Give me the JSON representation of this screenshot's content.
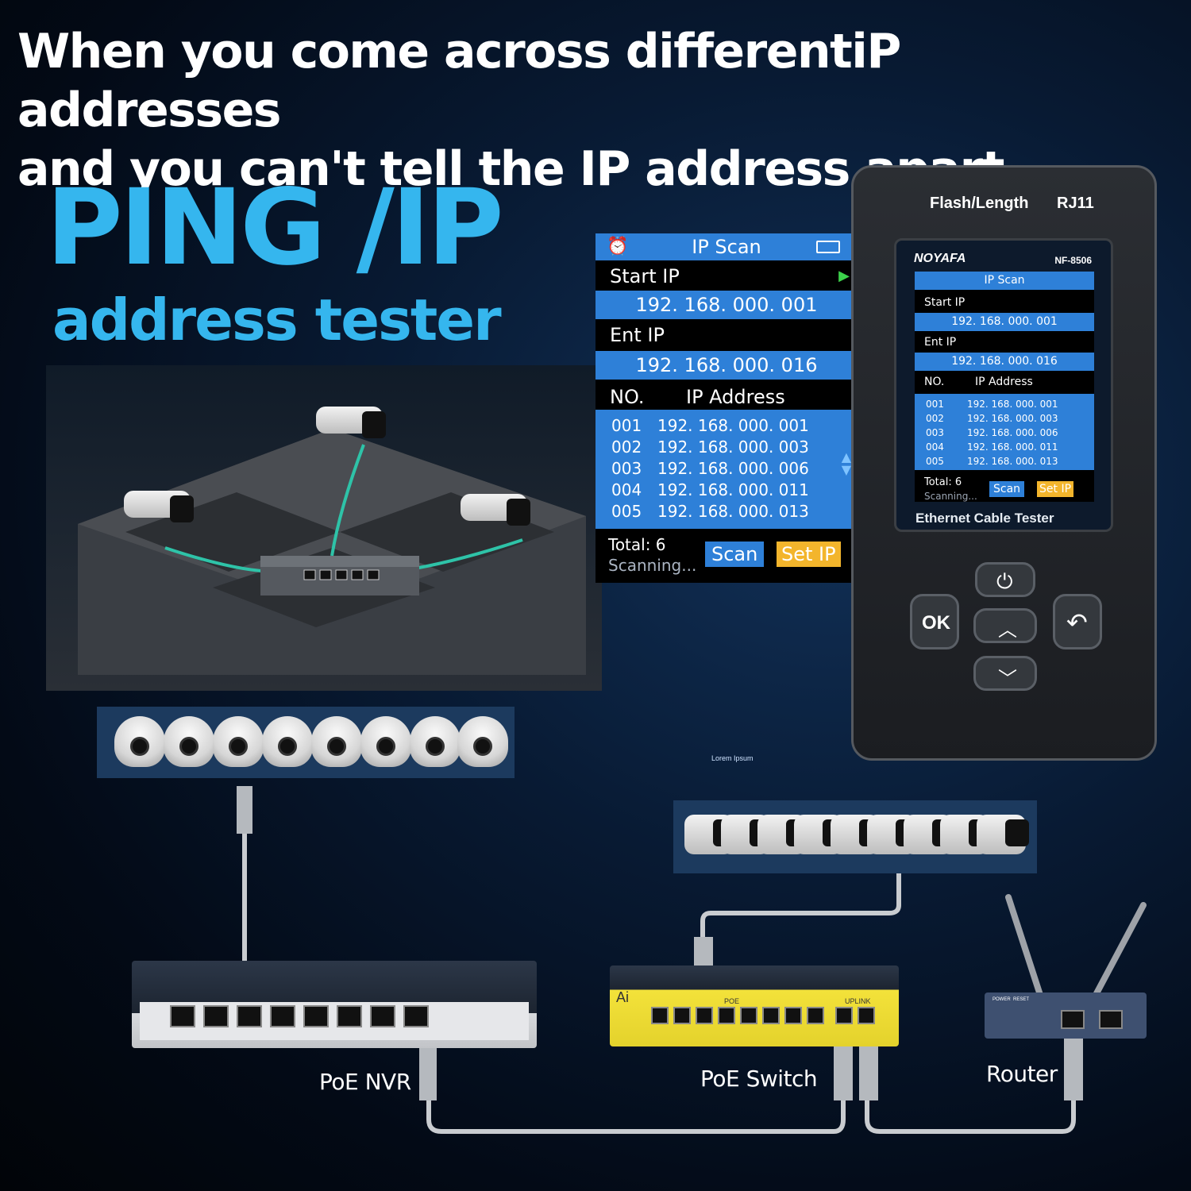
{
  "headline": {
    "line1": "When you come across differentiP addresses",
    "line2": "and you can't tell the IP address apart"
  },
  "hero": {
    "title": "PING /IP",
    "subtitle": "address tester",
    "accent_color": "#35b6ee"
  },
  "screen": {
    "title": "IP Scan",
    "start_label": "Start IP",
    "start_value": "192. 168. 000. 001",
    "end_label": "Ent IP",
    "end_value": "192. 168. 000. 016",
    "col_no": "NO.",
    "col_ip": "IP Address",
    "rows": [
      {
        "no": "001",
        "ip": "192. 168. 000. 001"
      },
      {
        "no": "002",
        "ip": "192. 168. 000. 003"
      },
      {
        "no": "003",
        "ip": "192. 168. 000. 006"
      },
      {
        "no": "004",
        "ip": "192. 168. 000. 011"
      },
      {
        "no": "005",
        "ip": "192. 168. 000. 013"
      }
    ],
    "total": "Total:  6",
    "status": "Scanning...",
    "scan_btn": "Scan",
    "setip_btn": "Set IP",
    "header_color": "#2e80d8",
    "setip_color": "#f3b52c"
  },
  "device": {
    "top_left": "Flash/Length",
    "top_right": "RJ11",
    "brand": "NOYAFA",
    "model": "NF-8506",
    "screen_title": "IP Scan",
    "start_label": "Start IP",
    "start_value": "192. 168. 000. 001",
    "end_label": "Ent IP",
    "end_value": "192. 168. 000. 016",
    "col_no": "NO.",
    "col_ip": "IP Address",
    "rows": [
      {
        "no": "001",
        "ip": "192. 168. 000. 001"
      },
      {
        "no": "002",
        "ip": "192. 168. 000. 003"
      },
      {
        "no": "003",
        "ip": "192. 168. 000. 006"
      },
      {
        "no": "004",
        "ip": "192. 168. 000. 011"
      },
      {
        "no": "005",
        "ip": "192. 168. 000. 013"
      }
    ],
    "total": "Total:  6",
    "status": "Scanning...",
    "scan_btn": "Scan",
    "setip_btn": "Set IP",
    "footer": "Ethernet Cable Tester",
    "ok_label": "OK",
    "icons": [
      "power-icon",
      "up-arrow-icon",
      "down-arrow-icon",
      "back-icon"
    ]
  },
  "lorem": "Lorem Ipsum",
  "labels": {
    "nvr": "PoE NVR",
    "switch": "PoE Switch",
    "router": "Router",
    "switch_poe": "POE",
    "switch_uplink": "UPLINK",
    "switch_brand": "Ai",
    "router_power": "POWER",
    "router_reset": "RESET"
  }
}
